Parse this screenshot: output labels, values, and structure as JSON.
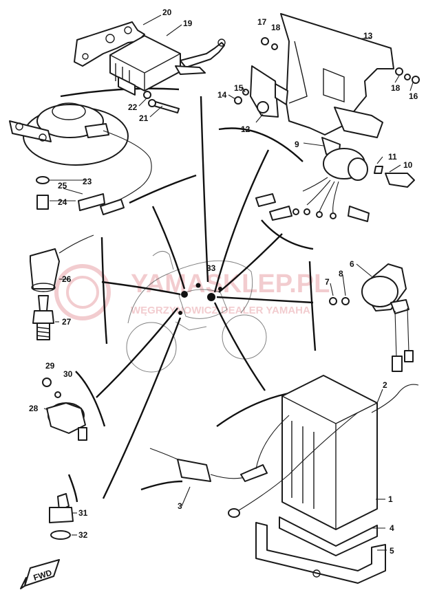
{
  "watermark": {
    "brand": "YAMASKLEP.PL",
    "line2": "WĘGRZYNOWICZ DEALER YAMAHA",
    "color": "#e9a3a8"
  },
  "fwd_label": "FWD",
  "callouts": {
    "c1": "1",
    "c2": "2",
    "c3": "3",
    "c4": "4",
    "c5": "5",
    "c6": "6",
    "c7": "7",
    "c8": "8",
    "c9": "9",
    "c10": "10",
    "c11": "11",
    "c12": "12",
    "c13": "13",
    "c14": "14",
    "c15": "15",
    "c16": "16",
    "c17": "17",
    "c18a": "18",
    "c18b": "18",
    "c19": "19",
    "c20": "20",
    "c21": "21",
    "c22": "22",
    "c23": "23",
    "c24": "24",
    "c25": "25",
    "c26": "26",
    "c27": "27",
    "c28": "28",
    "c29": "29",
    "c30": "30",
    "c31": "31",
    "c32": "32",
    "c33": "33"
  }
}
